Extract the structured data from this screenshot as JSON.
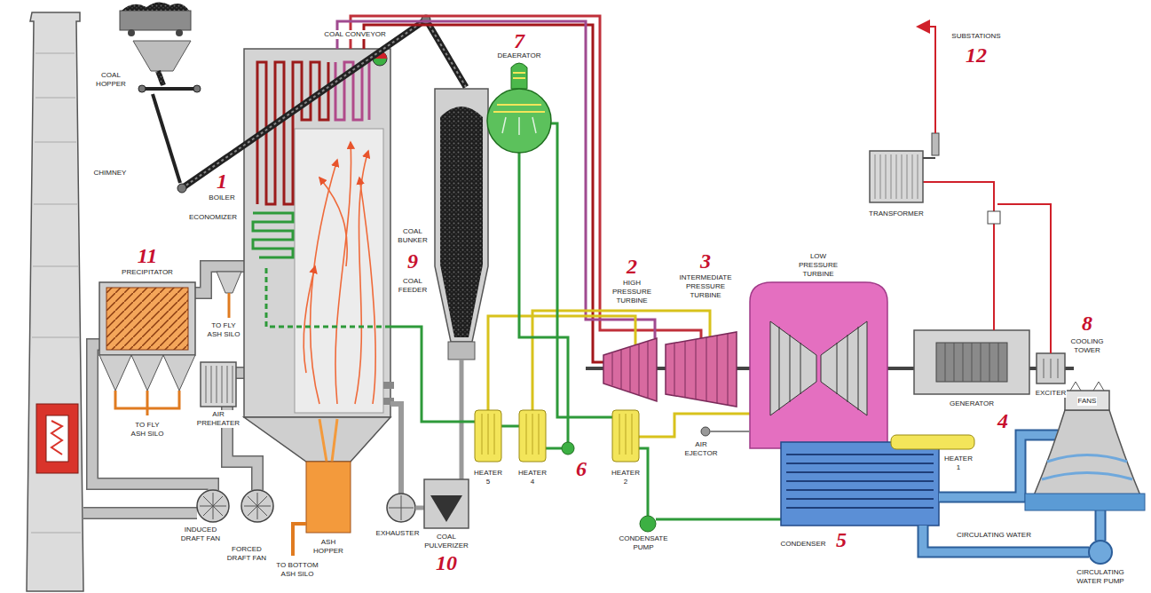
{
  "diagram": {
    "labels": [
      "COAL CONVEYOR",
      "COAL HOPPER",
      "CHIMNEY",
      "1",
      "BOILER",
      "ECONOMIZER",
      "11",
      "PRECIPITATOR",
      "TO FLY ASH SILO",
      "AIR PREHEATER",
      "TO FLY ASH SILO",
      "INDUCED DRAFT FAN",
      "FORCED DRAFT FAN",
      "TO BOTTOM ASH SILO",
      "ASH HOPPER",
      "EXHAUSTER",
      "COAL PULVERIZER",
      "10",
      "COAL BUNKER",
      "9",
      "COAL FEEDER",
      "7",
      "DEAERATOR",
      "2",
      "HIGH PRESSURE TURBINE",
      "3",
      "INTERMEDIATE PRESSURE TURBINE",
      "LOW PRESSURE TURBINE",
      "HEATER 5",
      "HEATER 4",
      "6",
      "HEATER 2",
      "AIR EJECTOR",
      "HEATER 1",
      "CONDENSATE PUMP",
      "CONDENSER",
      "5",
      "CIRCULATING WATER",
      "CIRCULATING WATER PUMP",
      "SUBSTATIONS",
      "12",
      "TRANSFORMER",
      "GENERATOR",
      "4",
      "EXCITER",
      "8",
      "COOLING TOWER",
      "FANS"
    ]
  }
}
